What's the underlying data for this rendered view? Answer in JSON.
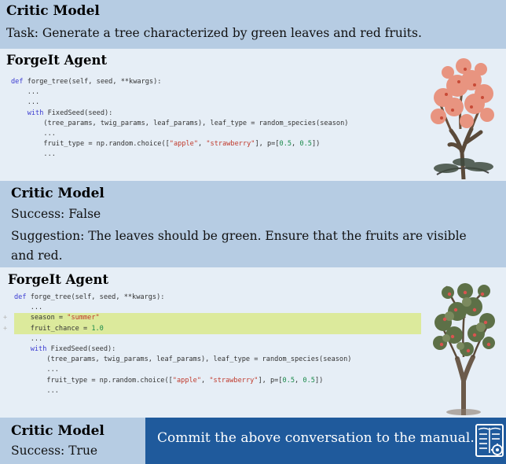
{
  "critic1": {
    "title": "Critic Model",
    "task": "Task: Generate a tree characterized by green leaves and red fruits."
  },
  "agent1": {
    "title": "ForgeIt Agent",
    "code": [
      {
        "indent": 0,
        "parts": [
          [
            "kw",
            "def "
          ],
          [
            "",
            "forge_tree(self, seed, **kwargs):"
          ]
        ]
      },
      {
        "indent": 1,
        "parts": [
          [
            "",
            "..."
          ]
        ]
      },
      {
        "indent": 1,
        "parts": [
          [
            "",
            "..."
          ]
        ]
      },
      {
        "indent": 1,
        "parts": [
          [
            "kw",
            "with "
          ],
          [
            "",
            "FixedSeed(seed):"
          ]
        ]
      },
      {
        "indent": 2,
        "parts": [
          [
            "",
            "(tree_params, twig_params, leaf_params), leaf_type = random_species(season)"
          ]
        ]
      },
      {
        "indent": 2,
        "parts": [
          [
            "",
            "..."
          ]
        ]
      },
      {
        "indent": 2,
        "parts": [
          [
            "",
            "fruit_type = np.random.choice(["
          ],
          [
            "st",
            "\"apple\""
          ],
          [
            "",
            ", "
          ],
          [
            "st",
            "\"strawberry\""
          ],
          [
            "",
            "], p=["
          ],
          [
            "nm",
            "0.5"
          ],
          [
            "",
            ", "
          ],
          [
            "nm",
            "0.5"
          ],
          [
            "",
            "])"
          ]
        ]
      },
      {
        "indent": 2,
        "parts": [
          [
            "",
            "..."
          ]
        ]
      }
    ]
  },
  "critic2": {
    "title": "Critic Model",
    "success": "Success: False",
    "suggestion": "Suggestion: The leaves should be green. Ensure that the fruits are visible and red."
  },
  "agent2": {
    "title": "ForgeIt Agent",
    "code": [
      {
        "indent": 0,
        "added": false,
        "parts": [
          [
            "kw",
            "def "
          ],
          [
            "",
            "forge_tree(self, seed, **kwargs):"
          ]
        ]
      },
      {
        "indent": 1,
        "added": false,
        "parts": [
          [
            "",
            "..."
          ]
        ]
      },
      {
        "indent": 1,
        "added": true,
        "parts": [
          [
            "",
            "season = "
          ],
          [
            "st",
            "\"summer\""
          ]
        ]
      },
      {
        "indent": 1,
        "added": true,
        "parts": [
          [
            "",
            "fruit_chance = "
          ],
          [
            "nm",
            "1.0"
          ]
        ]
      },
      {
        "indent": 1,
        "added": false,
        "parts": [
          [
            "",
            "..."
          ]
        ]
      },
      {
        "indent": 1,
        "added": false,
        "parts": [
          [
            "kw",
            "with "
          ],
          [
            "",
            "FixedSeed(seed):"
          ]
        ]
      },
      {
        "indent": 2,
        "added": false,
        "parts": [
          [
            "",
            "(tree_params, twig_params, leaf_params), leaf_type = random_species(season)"
          ]
        ]
      },
      {
        "indent": 2,
        "added": false,
        "parts": [
          [
            "",
            "..."
          ]
        ]
      },
      {
        "indent": 2,
        "added": false,
        "parts": [
          [
            "",
            "fruit_type = np.random.choice(["
          ],
          [
            "st",
            "\"apple\""
          ],
          [
            "",
            ", "
          ],
          [
            "st",
            "\"strawberry\""
          ],
          [
            "",
            "], p=["
          ],
          [
            "nm",
            "0.5"
          ],
          [
            "",
            ", "
          ],
          [
            "nm",
            "0.5"
          ],
          [
            "",
            "])"
          ]
        ]
      },
      {
        "indent": 2,
        "added": false,
        "parts": [
          [
            "",
            "..."
          ]
        ]
      }
    ],
    "diff_marker": "+"
  },
  "critic3": {
    "title": "Critic Model",
    "success": "Success: True"
  },
  "commit": {
    "text": "Commit the above conversation to the manual.",
    "icon": "manual-gear-icon"
  },
  "colors": {
    "critic_bg": "#b6cce3",
    "agent_bg": "#e6eef6",
    "commit_bg": "#1f5a9c",
    "diff_added": "#dcea9c"
  }
}
